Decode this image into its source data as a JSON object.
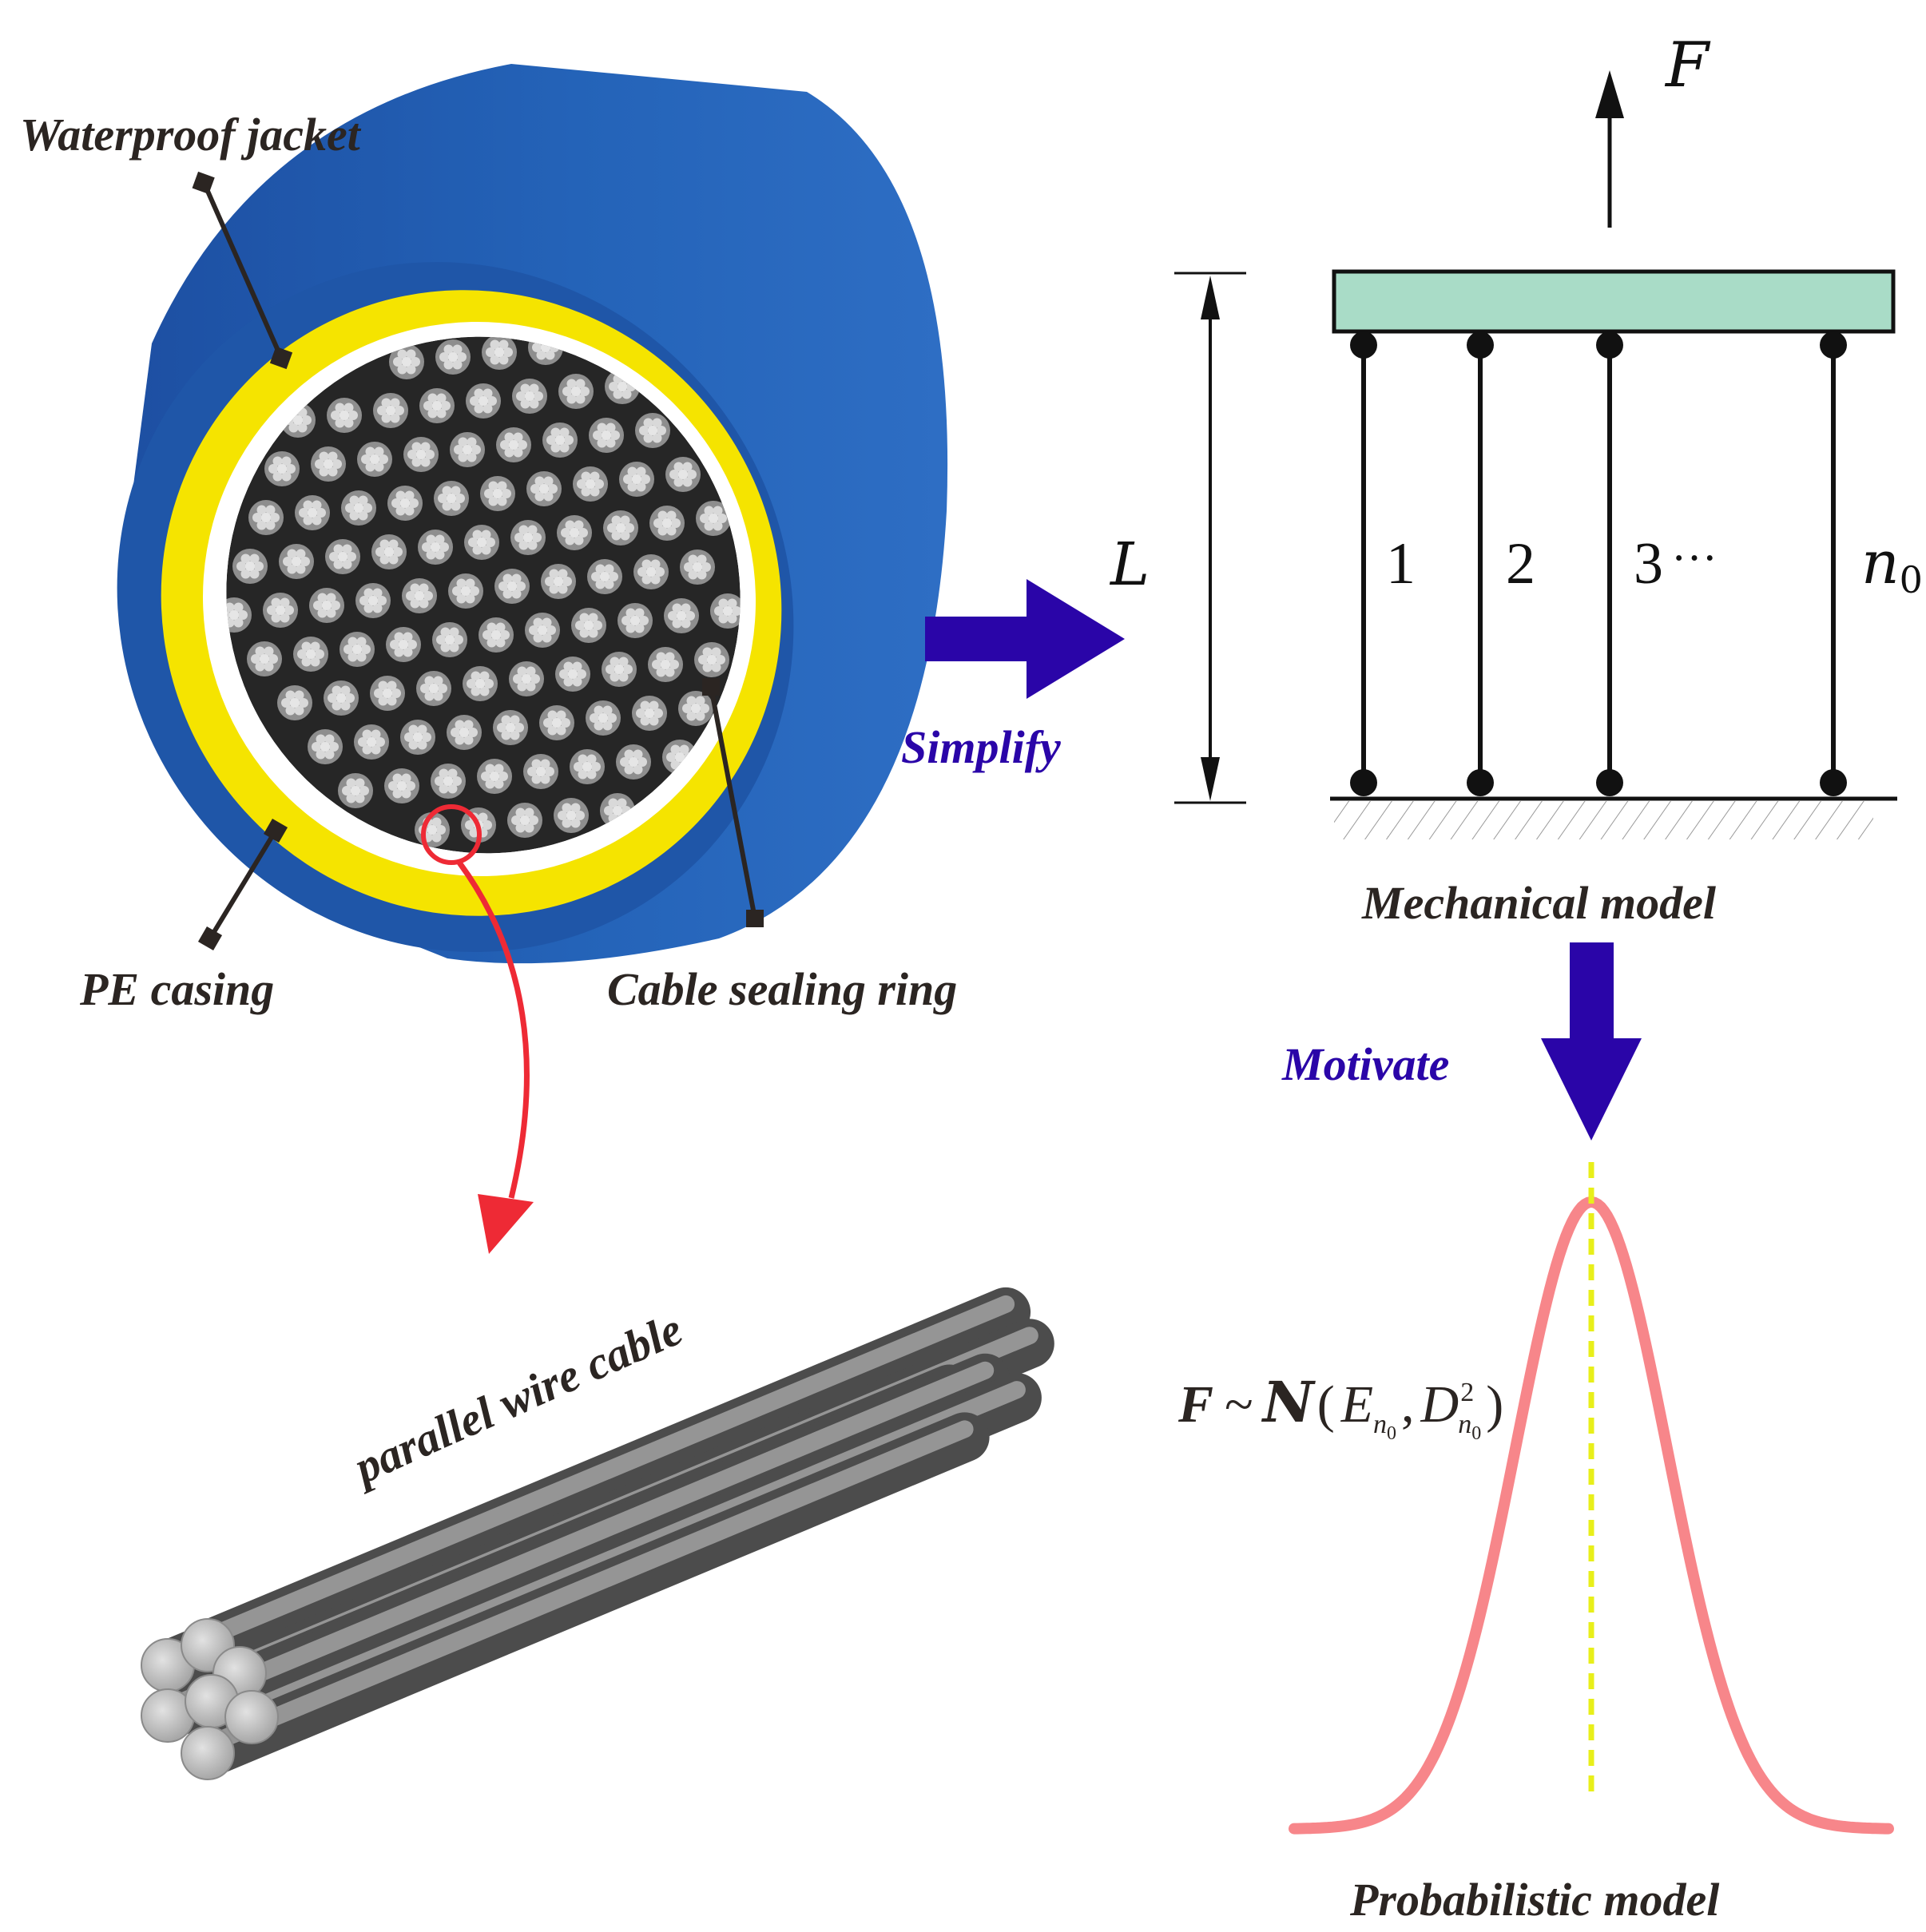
{
  "labels": {
    "waterproof_jacket": "Waterproof jacket",
    "pe_casing": "PE casing",
    "cable_sealing_ring": "Cable sealing ring",
    "parallel_wire_cable": "parallel wire cable",
    "simplify": "Simplify",
    "motivate": "Motivate",
    "mechanical_model": "Mechanical model",
    "probabilistic_model": "Probabilistic model"
  },
  "mechanical": {
    "force_symbol": "F",
    "length_symbol": "L",
    "wire_labels": [
      "1",
      "2",
      "3",
      "n"
    ],
    "wire_label_subscript": "0",
    "ellipsis": "···"
  },
  "formula": {
    "lhs": "F",
    "tilde": "~",
    "dist": "N",
    "open": "(",
    "mean": "E",
    "comma": ",",
    "var": "D",
    "sub": "n",
    "subsub": "0",
    "sup": "2",
    "close": ")"
  },
  "colors": {
    "jacket_blue": "#1f56a8",
    "sealing_yellow": "#f5e400",
    "arrow_indigo": "#2a05a8",
    "plate_green": "#a9dcc7",
    "curve_pink": "#f7868a",
    "dash_yellow": "#e8ef1a",
    "pointer_red": "#ee2a35",
    "text_dark": "#2b2522"
  }
}
